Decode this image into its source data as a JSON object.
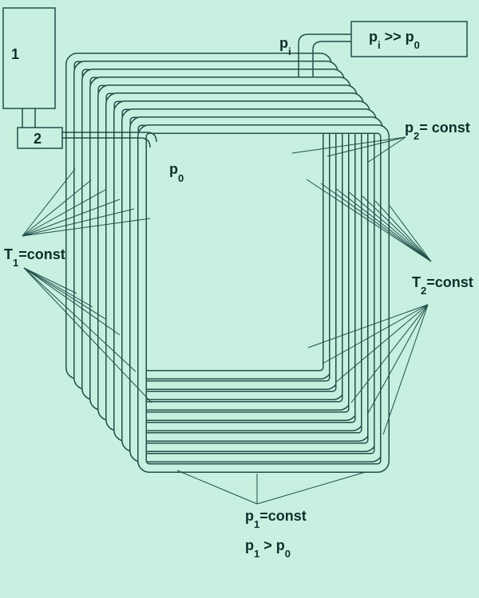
{
  "colors": {
    "background": "#c8f0e0",
    "line": "#1f4f4a",
    "text": "#0e2d2b",
    "box_fill": "#c8f0e0"
  },
  "boxes": {
    "block1": "1",
    "block2": "2"
  },
  "labels": {
    "pi_main": "p",
    "pi_sub": "i",
    "box_p1": "p",
    "box_i": "i",
    "box_gg": " >> ",
    "box_p2": "p",
    "box_0": "0",
    "p0_main": "p",
    "p0_sub": "0",
    "p2_main": "p",
    "p2_sub": "2",
    "p2_rest": "= const",
    "T1_main": "T",
    "T1_sub": "1",
    "T1_rest": "=const",
    "T2_main": "T",
    "T2_sub": "2",
    "T2_rest": "=const",
    "p1_main": "p",
    "p1_sub": "1",
    "p1_rest": "=const",
    "p1cmp_main": "p",
    "p1cmp_sub": "1",
    "p1cmp_gt": " > ",
    "p0cmp_main": "p",
    "p0cmp_sub": "0"
  }
}
